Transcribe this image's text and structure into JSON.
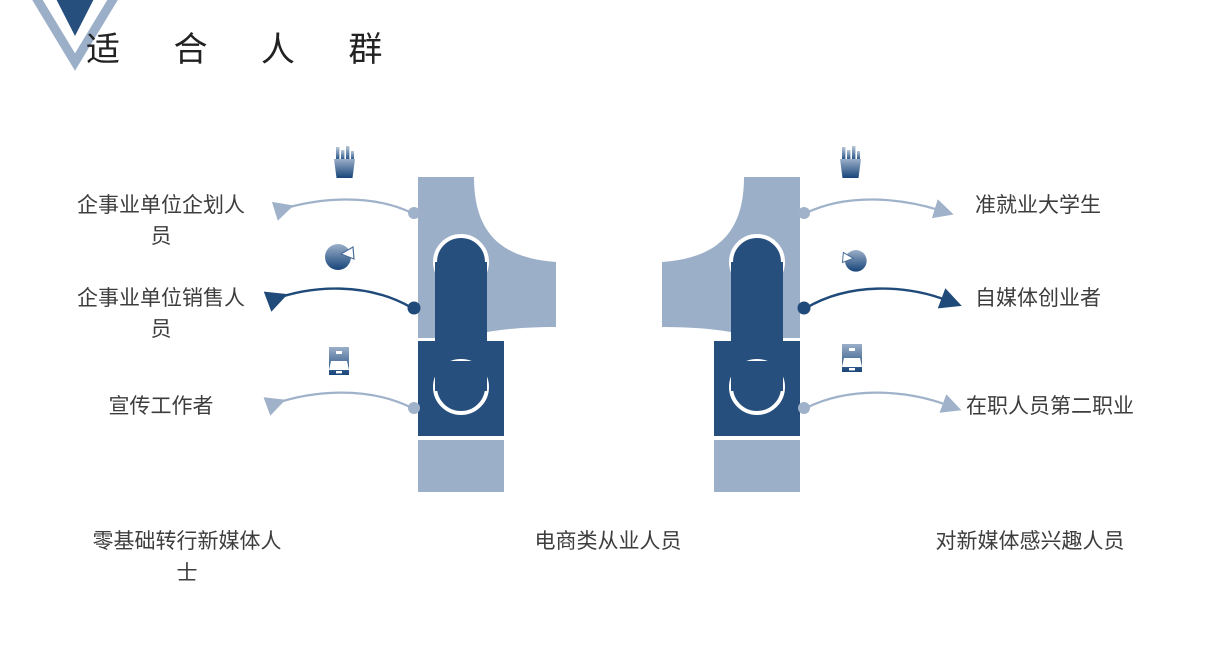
{
  "header": {
    "title": "适 合 人 群",
    "chevron_icon": "chevron-down-double-icon"
  },
  "colors": {
    "navy_dark": "#274f7d",
    "blue_light": "#9cafc8",
    "arrow_light": "#9fb2c9",
    "arrow_dark": "#1f4a7a",
    "text": "#3d3d3d",
    "background": "#ffffff"
  },
  "diagram": {
    "left_labels": [
      {
        "id": "label-left-1",
        "text": "企事业单位企划人员",
        "arrow": "light",
        "icon": "pen-cup-icon"
      },
      {
        "id": "label-left-2",
        "text": "企事业单位销售人员",
        "arrow": "dark",
        "icon": "pie-chart-icon"
      },
      {
        "id": "label-left-3",
        "text": "宣传工作者",
        "arrow": "light",
        "icon": "file-cabinet-icon"
      }
    ],
    "right_labels": [
      {
        "id": "label-right-1",
        "text": "准就业大学生",
        "arrow": "light",
        "icon": "pen-cup-icon"
      },
      {
        "id": "label-right-2",
        "text": "自媒体创业者",
        "arrow": "dark",
        "icon": "pie-chart-icon"
      },
      {
        "id": "label-right-3",
        "text": "在职人员第二职业",
        "arrow": "light",
        "icon": "file-cabinet-icon"
      }
    ],
    "bottom_labels": [
      {
        "id": "bottom-label-1",
        "text": "零基础转行新媒体人士"
      },
      {
        "id": "bottom-label-2",
        "text": "电商类从业人员"
      },
      {
        "id": "bottom-label-3",
        "text": "对新媒体感兴趣人员"
      }
    ],
    "puzzle_pieces": [
      {
        "id": "left-top",
        "fill": "light"
      },
      {
        "id": "left-middle",
        "fill": "dark"
      },
      {
        "id": "left-bottom",
        "fill": "light"
      },
      {
        "id": "right-top",
        "fill": "light"
      },
      {
        "id": "right-middle",
        "fill": "dark"
      },
      {
        "id": "right-bottom",
        "fill": "light"
      }
    ]
  }
}
